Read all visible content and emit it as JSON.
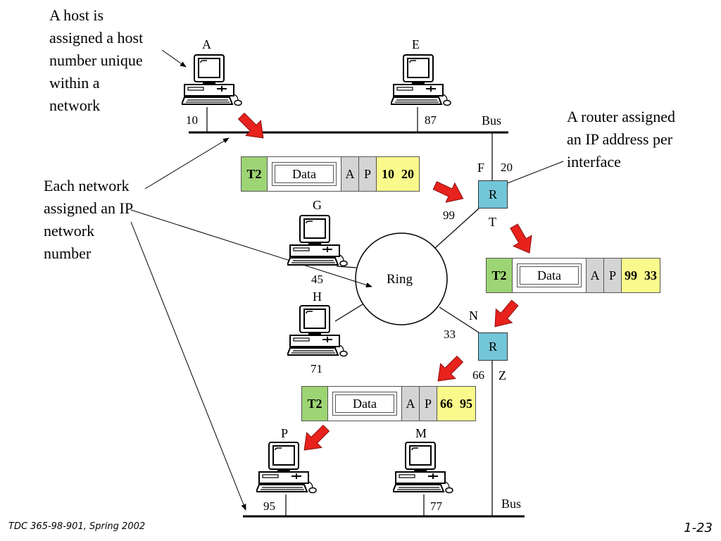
{
  "annotations": {
    "host_note": [
      "A host is",
      "assigned a host",
      "number unique",
      "within a",
      "network"
    ],
    "network_note": [
      "Each network",
      "assigned an IP",
      "network",
      "number"
    ],
    "router_note": [
      "A router assigned",
      "an IP address per",
      "interface"
    ]
  },
  "hosts": {
    "A": {
      "name": "A",
      "number": "10"
    },
    "E": {
      "name": "E",
      "number": "87"
    },
    "G": {
      "name": "G",
      "number": "45"
    },
    "H": {
      "name": "H",
      "number": "71"
    },
    "P": {
      "name": "P",
      "number": "95"
    },
    "M": {
      "name": "M",
      "number": "77"
    }
  },
  "networks": {
    "top_bus": "Bus",
    "ring": "Ring",
    "bottom_bus": "Bus"
  },
  "routers": {
    "r1": {
      "label": "R",
      "iface_bus_name": "F",
      "iface_bus_num": "20",
      "iface_ring_name": "T",
      "iface_ring_num": "99"
    },
    "r2": {
      "label": "R",
      "iface_ring_name": "N",
      "iface_ring_num": "33",
      "iface_bus_name": "Z",
      "iface_bus_num": "66"
    }
  },
  "packets": [
    {
      "type": "T2",
      "data": "Data",
      "a": "A",
      "p": "P",
      "addr1": "10",
      "addr2": "20"
    },
    {
      "type": "T2",
      "data": "Data",
      "a": "A",
      "p": "P",
      "addr1": "99",
      "addr2": "33"
    },
    {
      "type": "T2",
      "data": "Data",
      "a": "A",
      "p": "P",
      "addr1": "66",
      "addr2": "95"
    }
  ],
  "footer": {
    "course": "TDC 365-98-901, Spring 2002",
    "slide": "1-23"
  },
  "colors": {
    "router_fill": "#73c6d8",
    "t2_fill": "#9dd474",
    "addr_fill": "#fafa8c",
    "field_fill": "#d4d4d4",
    "arrow_fill": "#e8221c"
  },
  "icons": {
    "host": "desktop-computer-icon",
    "flow": "red-arrow-icon"
  }
}
